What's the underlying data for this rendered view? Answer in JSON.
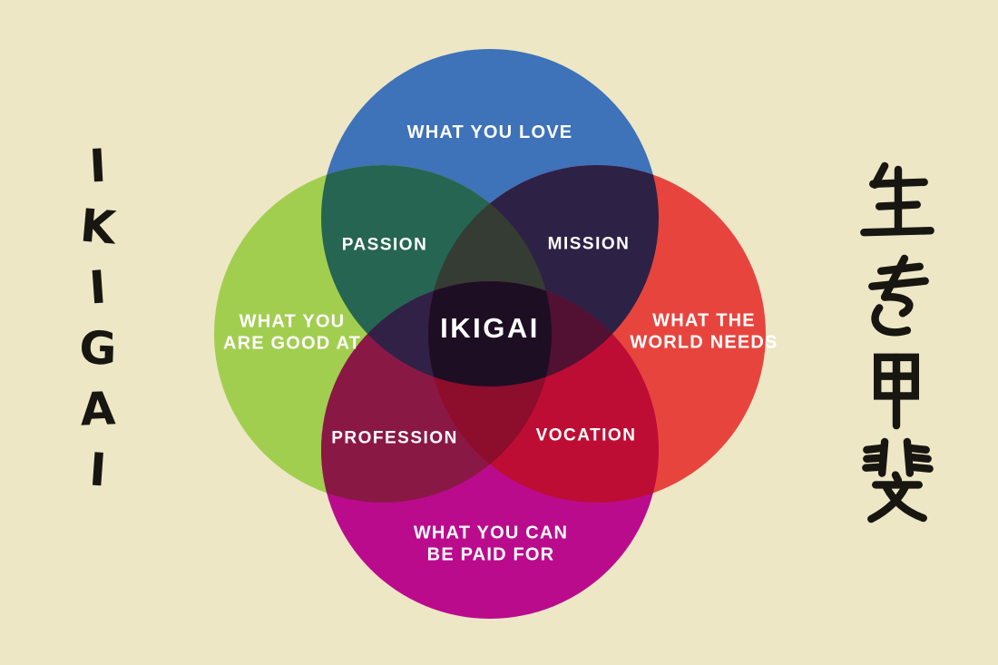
{
  "title": "Ikigai Venn Diagram",
  "colors": {
    "background": "#EDE7C6",
    "ink": "#181610",
    "label_text": "#FFFFFF"
  },
  "venn": {
    "circles": [
      {
        "id": "what-you-love",
        "color": "#3E72B9",
        "lines": [
          "WHAT YOU LOVE"
        ]
      },
      {
        "id": "what-you-are-good-at",
        "color": "#A2CE50",
        "lines": [
          "WHAT YOU",
          "ARE GOOD AT"
        ]
      },
      {
        "id": "what-the-world-needs",
        "color": "#E8443E",
        "lines": [
          "WHAT THE",
          "WORLD NEEDS"
        ]
      },
      {
        "id": "what-you-can-be-paid-for",
        "color": "#BA0B8D",
        "lines": [
          "WHAT YOU CAN",
          "BE PAID FOR"
        ]
      }
    ],
    "overlaps": [
      {
        "id": "passion",
        "lines": [
          "PASSION"
        ],
        "color": "#266551",
        "between": [
          "what-you-love",
          "what-you-are-good-at"
        ]
      },
      {
        "id": "mission",
        "lines": [
          "MISSION"
        ],
        "color": "#2D2145",
        "between": [
          "what-you-love",
          "what-the-world-needs"
        ]
      },
      {
        "id": "profession",
        "lines": [
          "PROFESSION"
        ],
        "color": "#8A1845",
        "between": [
          "what-you-are-good-at",
          "what-you-can-be-paid-for"
        ]
      },
      {
        "id": "vocation",
        "lines": [
          "VOCATION"
        ],
        "color": "#BE0D34",
        "between": [
          "what-the-world-needs",
          "what-you-can-be-paid-for"
        ]
      }
    ],
    "triple_shading": {
      "top": "#353C33",
      "left": "#322147",
      "right": "#521132",
      "bottom": "#8C0D2C"
    },
    "center": {
      "id": "ikigai",
      "lines": [
        "IKIGAI"
      ],
      "color": "#1D0E24"
    }
  },
  "left_title": {
    "text": "IKIGAI",
    "letters": [
      "I",
      "K",
      "I",
      "G",
      "A",
      "I"
    ]
  },
  "right_title": {
    "text": "生き甲斐",
    "chars": [
      "生",
      "き",
      "甲",
      "斐"
    ]
  }
}
